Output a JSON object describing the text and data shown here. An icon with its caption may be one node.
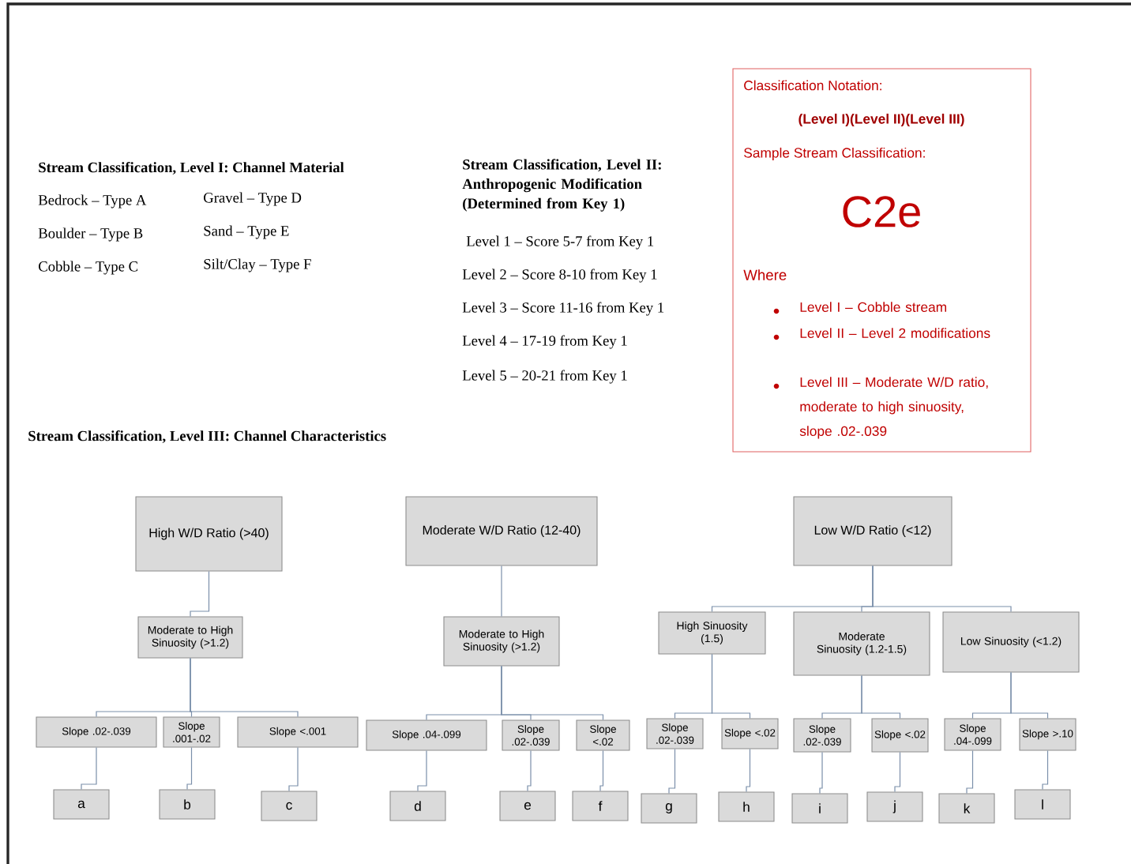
{
  "diagram": {
    "nodes": [
      {
        "text": [
          "Classification Notation:",
          "(Level I)(Level II)(Level III)",
          "Sample Stream Classification:",
          "C2e",
          "Where",
          "Level I – Cobble stream",
          "Level II – Level 2 modifications",
          "Level III – Moderate W/D ratio, moderate to high sinuosity, slope .02-.039"
        ]
      },
      {
        "text": [
          "High W/D Ratio (>40)"
        ]
      },
      {
        "text": [
          "Moderate W/D Ratio (12-40)"
        ]
      },
      {
        "text": [
          "Low W/D Ratio (<12)"
        ]
      },
      {
        "text": [
          "Moderate to High Sinuosity (>1.2)"
        ]
      },
      {
        "text": [
          "Moderate to High Sinuosity (>1.2)"
        ]
      },
      {
        "text": [
          "High Sinuosity (1.5)"
        ]
      },
      {
        "text": [
          "Moderate Sinuosity (1.2-1.5)"
        ]
      },
      {
        "text": [
          "Low Sinuosity (<1.2)"
        ]
      },
      {
        "text": [
          "Slope .02-.039"
        ]
      },
      {
        "text": [
          "Slope .001-.02"
        ]
      },
      {
        "text": [
          "Slope <.001"
        ]
      },
      {
        "text": [
          "Slope .04-.099"
        ]
      },
      {
        "text": [
          "Slope .02-.039"
        ]
      },
      {
        "text": [
          "Slope <.02"
        ]
      },
      {
        "text": [
          "Slope .02-.039"
        ]
      },
      {
        "text": [
          "Slope <.02"
        ]
      },
      {
        "text": [
          "Slope .02-.039"
        ]
      },
      {
        "text": [
          "Slope <.02"
        ]
      },
      {
        "text": [
          "Slope .04-.099"
        ]
      },
      {
        "text": [
          "Slope >.10"
        ]
      },
      {
        "text": [
          "a"
        ]
      },
      {
        "text": [
          "b"
        ]
      },
      {
        "text": [
          "c"
        ]
      },
      {
        "text": [
          "d"
        ]
      },
      {
        "text": [
          "e"
        ]
      },
      {
        "text": [
          "f"
        ]
      },
      {
        "text": [
          "g"
        ]
      },
      {
        "text": [
          "h"
        ]
      },
      {
        "text": [
          "i"
        ]
      },
      {
        "text": [
          "j"
        ]
      },
      {
        "text": [
          "k"
        ]
      },
      {
        "text": [
          "l"
        ]
      }
    ],
    "edges": [
      {
        "from": 1,
        "to": 4,
        "arrow": "none"
      },
      {
        "from": 2,
        "to": 5,
        "arrow": "none"
      },
      {
        "from": 3,
        "to": 6,
        "arrow": "none"
      },
      {
        "from": 3,
        "to": 7,
        "arrow": "none"
      },
      {
        "from": 3,
        "to": 8,
        "arrow": "none"
      },
      {
        "from": 4,
        "to": 9,
        "arrow": "none"
      },
      {
        "from": 4,
        "to": 10,
        "arrow": "none"
      },
      {
        "from": 4,
        "to": 11,
        "arrow": "none"
      },
      {
        "from": 5,
        "to": 12,
        "arrow": "none"
      },
      {
        "from": 5,
        "to": 13,
        "arrow": "none"
      },
      {
        "from": 5,
        "to": 14,
        "arrow": "none"
      },
      {
        "from": 6,
        "to": 15,
        "arrow": "none"
      },
      {
        "from": 6,
        "to": 16,
        "arrow": "none"
      },
      {
        "from": 7,
        "to": 17,
        "arrow": "none"
      },
      {
        "from": 7,
        "to": 18,
        "arrow": "none"
      },
      {
        "from": 8,
        "to": 19,
        "arrow": "none"
      },
      {
        "from": 8,
        "to": 20,
        "arrow": "none"
      },
      {
        "from": 9,
        "to": 21,
        "arrow": "none"
      },
      {
        "from": 10,
        "to": 22,
        "arrow": "none"
      },
      {
        "from": 11,
        "to": 23,
        "arrow": "none"
      },
      {
        "from": 12,
        "to": 24,
        "arrow": "none"
      },
      {
        "from": 13,
        "to": 25,
        "arrow": "none"
      },
      {
        "from": 14,
        "to": 26,
        "arrow": "none"
      },
      {
        "from": 15,
        "to": 27,
        "arrow": "none"
      },
      {
        "from": 16,
        "to": 28,
        "arrow": "none"
      },
      {
        "from": 17,
        "to": 29,
        "arrow": "none"
      },
      {
        "from": 18,
        "to": 30,
        "arrow": "none"
      },
      {
        "from": 19,
        "to": 31,
        "arrow": "none"
      },
      {
        "from": 20,
        "to": 32,
        "arrow": "none"
      }
    ],
    "labels": [
      "Stream Classification, Level I: Channel Material",
      "Bedrock – Type A",
      "Gravel – Type D",
      "Boulder – Type B",
      "Sand – Type E",
      "Cobble – Type C",
      "Silt/Clay – Type F",
      "Stream Classification, Level II: Anthropogenic Modification (Determined from Key 1)",
      "Level 1 – Score 5-7 from Key 1",
      "Level 2 – Score 8-10 from Key 1",
      "Level 3 – Score 11-16 from Key 1",
      "Level 4 – 17-19 from Key 1",
      "Level 5 – 20-21 from Key 1",
      "Stream Classification, Level III: Channel Characteristics"
    ]
  }
}
